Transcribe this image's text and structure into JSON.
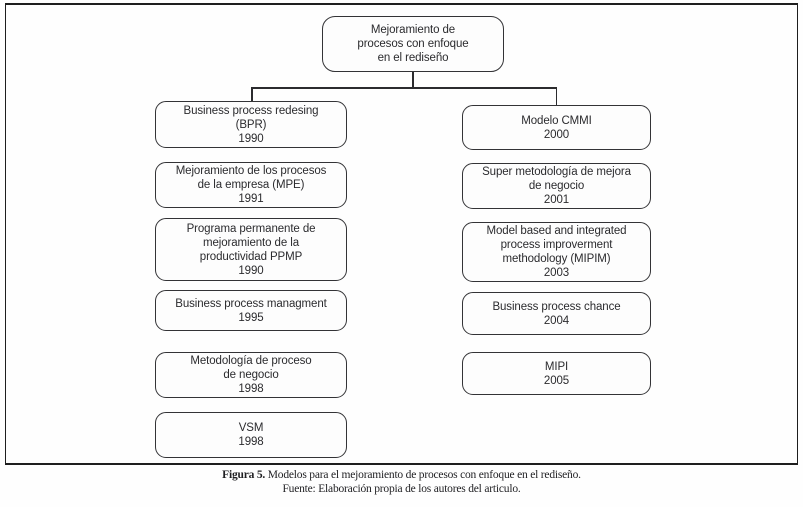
{
  "figure": {
    "root": {
      "text": "Mejoramiento de\nprocesos con enfoque\nen el rediseño"
    },
    "left": [
      {
        "text": "Business process redesing\n(BPR)\n1990"
      },
      {
        "text": "Mejoramiento de los procesos\nde la empresa (MPE)\n1991"
      },
      {
        "text": "Programa permanente de\nmejoramiento de la\nproductividad PPMP\n1990"
      },
      {
        "text": "Business process managment\n1995"
      },
      {
        "text": "Metodología de proceso\nde negocio\n1998"
      },
      {
        "text": "VSM\n1998"
      }
    ],
    "right": [
      {
        "text": "Modelo CMMI\n2000"
      },
      {
        "text": "Super metodología de mejora\nde negocio\n2001"
      },
      {
        "text": "Model based and integrated\nprocess improverment\nmethodology (MIPIM)\n2003"
      },
      {
        "text": "Business process chance\n2004"
      },
      {
        "text": "MIPI\n2005"
      }
    ],
    "caption": {
      "label": "Figura 5.",
      "text": " Modelos para el mejoramiento de procesos con enfoque en el rediseño.",
      "source": "Fuente: Elaboración propia de los autores del articulo."
    },
    "colors": {
      "ink": "#2b2b2e",
      "frame_border": "#1e1e1e",
      "background": "#fefefe"
    }
  }
}
